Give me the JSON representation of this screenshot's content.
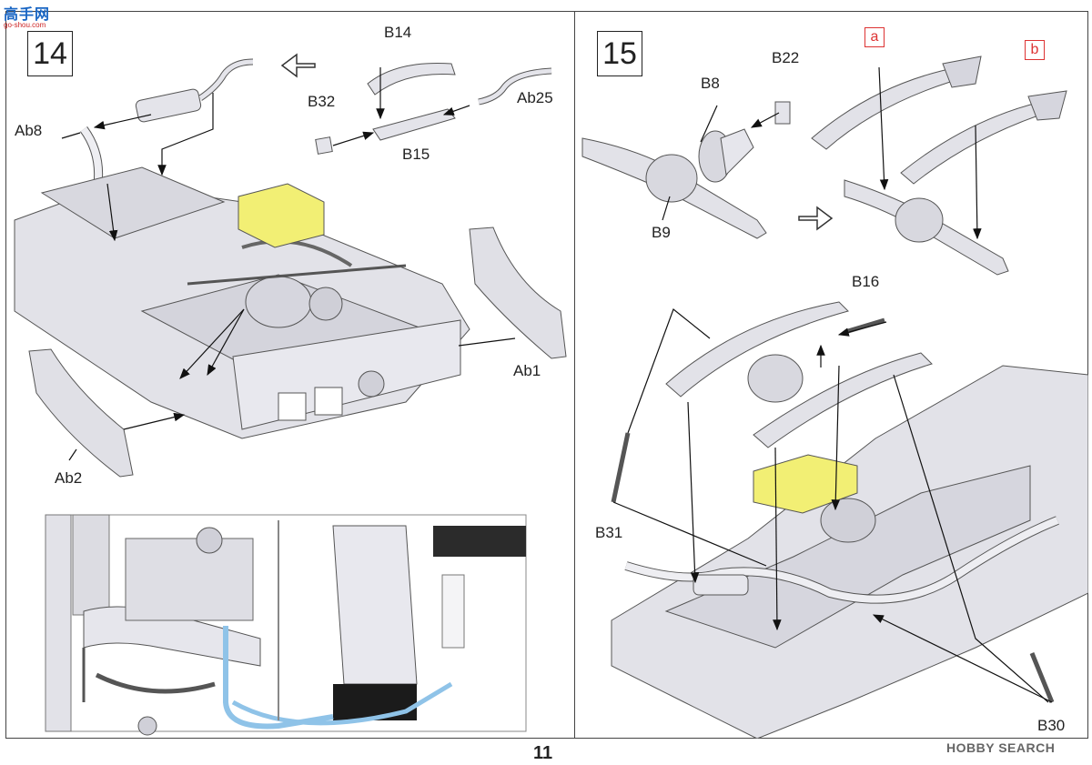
{
  "watermark_top": {
    "line1": "高手网",
    "line2": "go-shou.com"
  },
  "watermark_bottom": "HOBBY SEARCH",
  "page_number": "11",
  "steps": {
    "step14": {
      "number": "14",
      "labels": {
        "B14": "B14",
        "B32": "B32",
        "B15": "B15",
        "Ab25": "Ab25",
        "Ab8": "Ab8",
        "Ab1": "Ab1",
        "Ab2": "Ab2"
      }
    },
    "step15": {
      "number": "15",
      "labels": {
        "B8": "B8",
        "B22": "B22",
        "B9": "B9",
        "B16": "B16",
        "B31": "B31",
        "B30": "B30"
      },
      "refs": {
        "a": "a",
        "b": "b"
      }
    }
  },
  "colors": {
    "part_fill": "#e4e4ea",
    "part_stroke": "#555",
    "highlight": "#f2ef74",
    "pipe_blue": "#8fc3e8",
    "ref_red": "#d33"
  }
}
